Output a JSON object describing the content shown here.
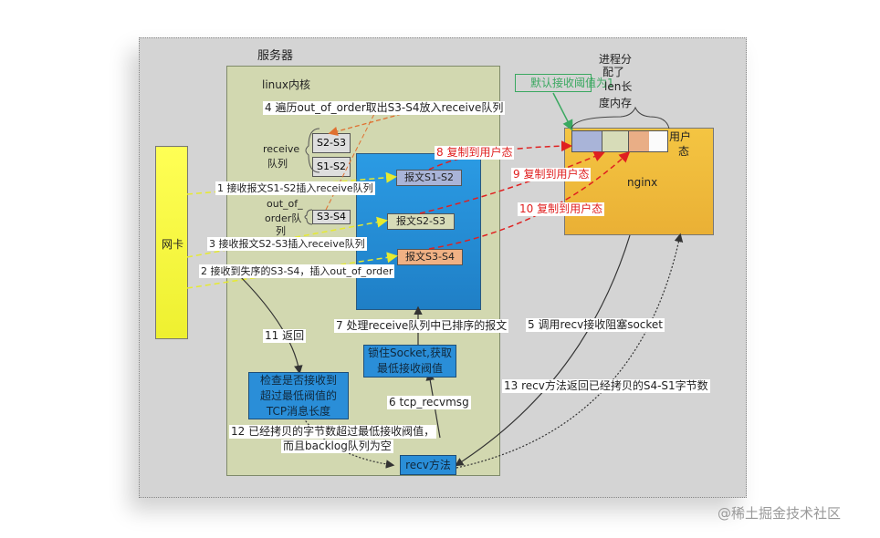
{
  "server_label": "服务器",
  "kernel_label": "linux内核",
  "nic_label": "网卡",
  "receive_queue": {
    "label_line1": "receive",
    "label_line2": "队列",
    "items": [
      "S2-S3",
      "S1-S2"
    ]
  },
  "out_of_order_queue": {
    "label_line1": "out_of_",
    "label_line2": "order队",
    "label_line3": "列",
    "items": [
      "S3-S4"
    ]
  },
  "messages": [
    {
      "label": "报文S1-S2",
      "color": "#a9b4d8"
    },
    {
      "label": "报文S2-S3",
      "color": "#d7dcb8"
    },
    {
      "label": "报文S3-S4",
      "color": "#f0b184"
    }
  ],
  "nginx": {
    "label": "nginx",
    "user_space_line1": "用户",
    "user_space_line2": "态",
    "buffer_colors": [
      "#a9b4d8",
      "#d7dcb8",
      "#e9ae86",
      "#fbfbfb"
    ],
    "memory_note": [
      "进程分",
      "配了",
      "len长",
      "度内存"
    ],
    "threshold_note": "默认接收阈值为1"
  },
  "steps": {
    "s1": "1 接收报文S1-S2插入receive队列",
    "s2": "2 接收到失序的S3-S4，插入out_of_order",
    "s3": "3 接收报文S2-S3插入receive队列",
    "s4": "4 遍历out_of_order取出S3-S4放入receive队列",
    "s5": "5 调用recv接收阻塞socket",
    "s6": "6 tcp_recvmsg",
    "s7": "7 处理receive队列中已排序的报文",
    "s8": "8 复制到用户态",
    "s9": "9 复制到用户态",
    "s10": "10 复制到用户态",
    "s11": "11 返回",
    "s12_line1": "12 已经拷贝的字节数超过最低接收阀值，",
    "s12_line2": "而且backlog队列为空",
    "s13": "13 recv方法返回已经拷贝的S4-S1字节数"
  },
  "boxes": {
    "lock_line1": "锁住Socket,获取",
    "lock_line2": "最低接收阀值",
    "check_line1": "检查是否接收到",
    "check_line2": "超过最低阀值的",
    "check_line3": "TCP消息长度",
    "recv": "recv方法"
  },
  "watermark": "@稀土掘金技术社区"
}
